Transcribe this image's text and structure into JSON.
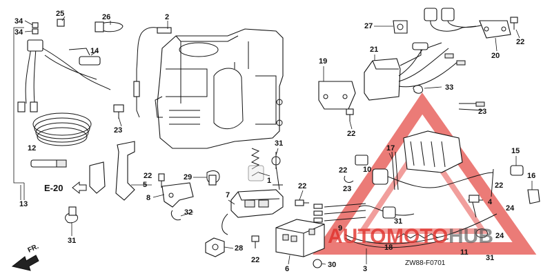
{
  "diagram": {
    "code": "ZW88-F0701",
    "section_ref": "E-20",
    "front_label": "FR.",
    "callouts": [
      "1",
      "2",
      "3",
      "4",
      "5",
      "6",
      "7",
      "8",
      "9",
      "10",
      "11",
      "12",
      "13",
      "14",
      "15",
      "16",
      "17",
      "18",
      "19",
      "20",
      "21",
      "22",
      "22",
      "22",
      "22",
      "22",
      "22",
      "22",
      "23",
      "23",
      "23",
      "24",
      "24",
      "25",
      "26",
      "27",
      "28",
      "29",
      "30",
      "31",
      "31",
      "31",
      "31",
      "32",
      "33",
      "34",
      "34"
    ]
  },
  "watermark": {
    "part1": "AUTO",
    "part2": "MOTO",
    "part3": "HUB",
    "color_red": "#e0302a",
    "color_dark": "#555555"
  }
}
